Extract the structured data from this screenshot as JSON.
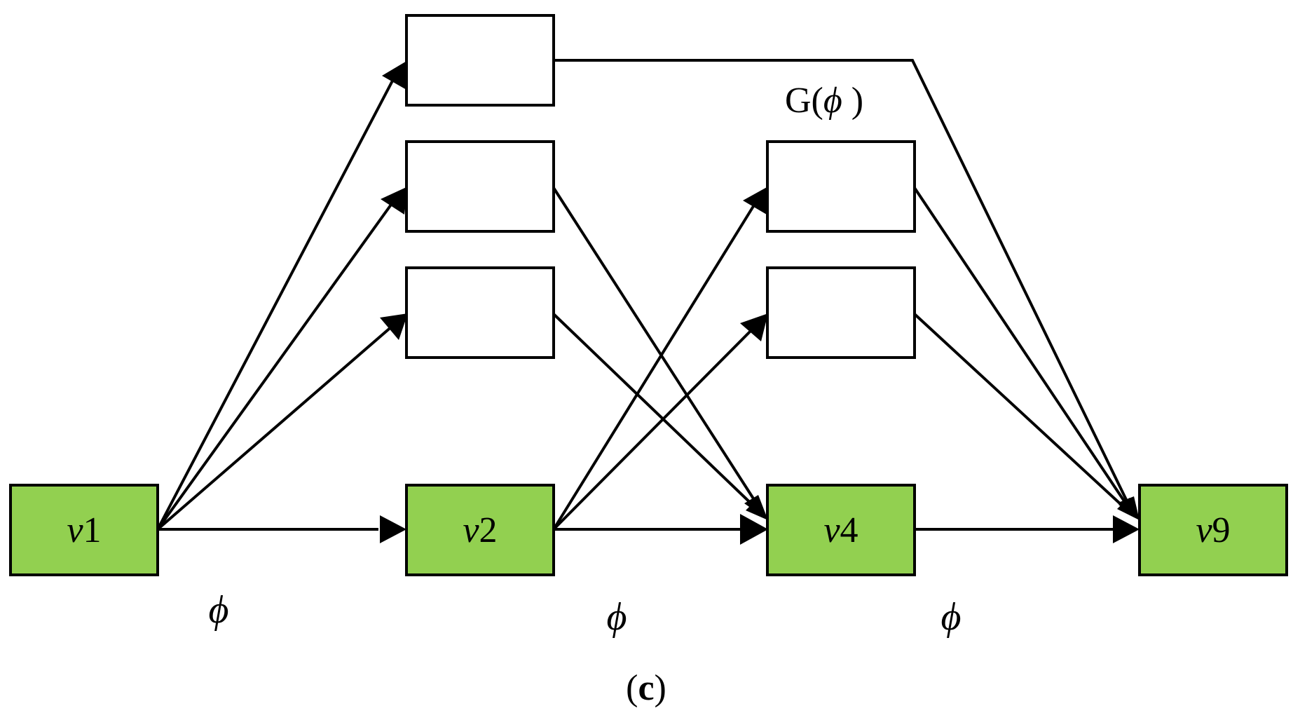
{
  "nodes": [
    {
      "id": "v1",
      "prefix": "v",
      "suffix": "1",
      "fill": "#92d050"
    },
    {
      "id": "v2",
      "prefix": "v",
      "suffix": "2",
      "fill": "#92d050"
    },
    {
      "id": "v4",
      "prefix": "v",
      "suffix": "4",
      "fill": "#92d050"
    },
    {
      "id": "v9",
      "prefix": "v",
      "suffix": "9",
      "fill": "#92d050"
    }
  ],
  "empty_boxes": [
    "a1",
    "a2",
    "a3",
    "b1",
    "b2"
  ],
  "edges": [
    {
      "from": "v1",
      "to": "v2"
    },
    {
      "from": "v1",
      "to": "a1"
    },
    {
      "from": "v1",
      "to": "a2"
    },
    {
      "from": "v1",
      "to": "a3"
    },
    {
      "from": "v2",
      "to": "v4"
    },
    {
      "from": "v2",
      "to": "b1"
    },
    {
      "from": "v2",
      "to": "b2"
    },
    {
      "from": "a2",
      "to": "v4"
    },
    {
      "from": "a3",
      "to": "v4"
    },
    {
      "from": "v4",
      "to": "v9"
    },
    {
      "from": "a1",
      "to": "v9"
    },
    {
      "from": "b1",
      "to": "v9"
    },
    {
      "from": "b2",
      "to": "v9"
    }
  ],
  "phi_labels": [
    "ϕ",
    "ϕ",
    "ϕ"
  ],
  "g_label": {
    "prefix": "G(",
    "symbol": "ϕ",
    "suffix": " )"
  },
  "caption": {
    "open": "(",
    "letter": "c",
    "close": ")"
  }
}
